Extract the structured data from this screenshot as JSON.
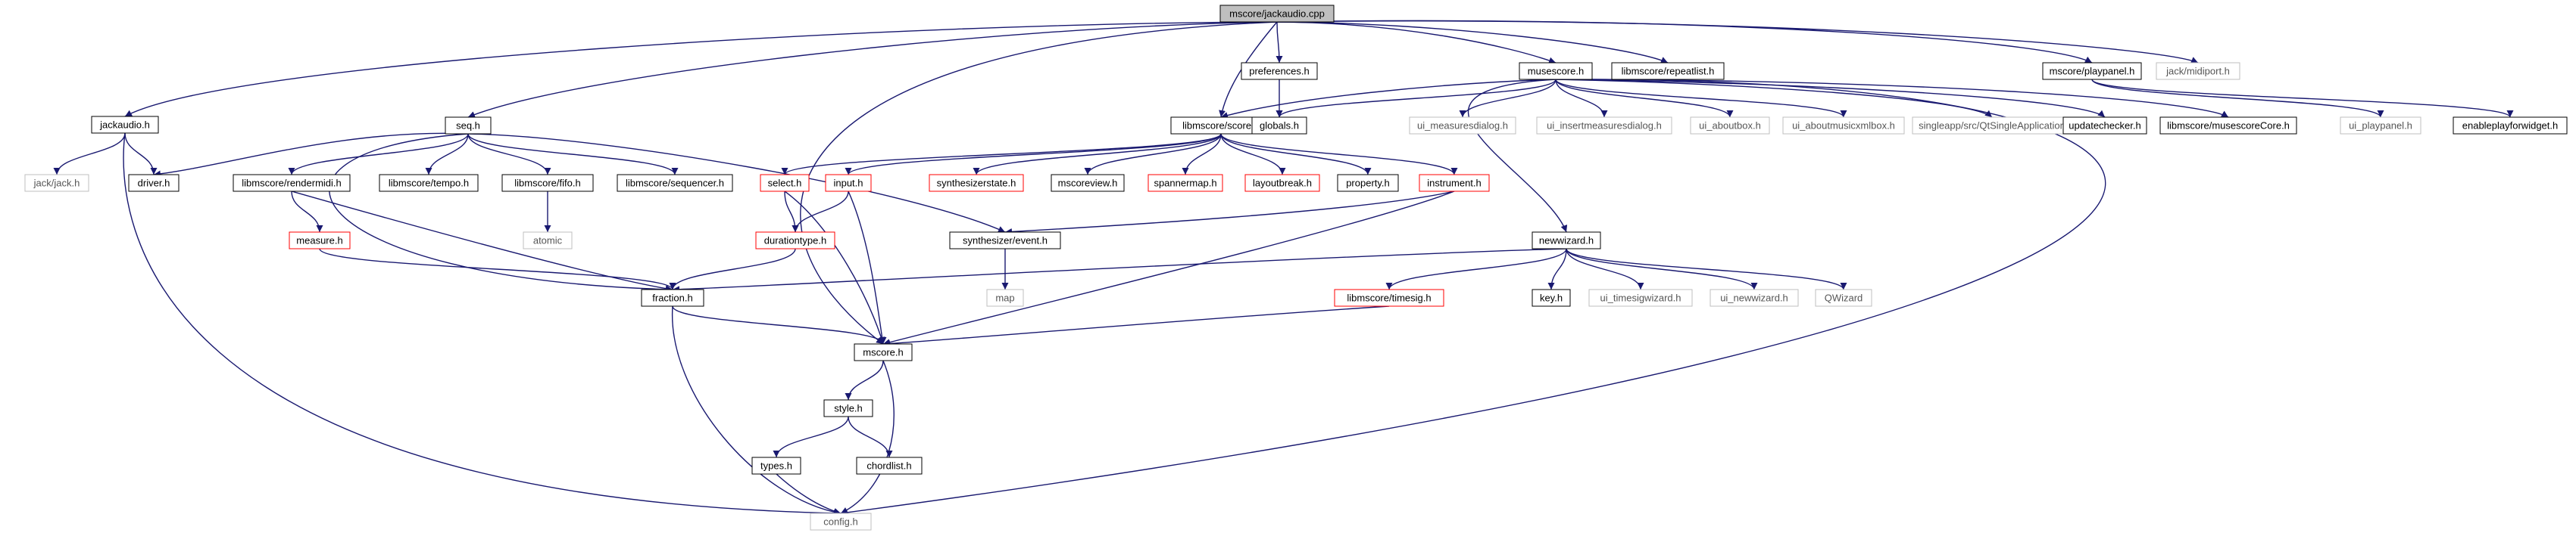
{
  "colors": {
    "edge": "#191970",
    "node_border": "#000000",
    "node_border_red": "#ff0000",
    "node_border_gray": "#bfbfbf",
    "root_fill": "#bfbfbf",
    "text": "#000000",
    "text_gray": "#555555"
  },
  "nodes": [
    {
      "id": "jackaudio_cpp",
      "label": "mscore/jackaudio.cpp",
      "style": "root"
    },
    {
      "id": "jackaudio_h",
      "label": "jackaudio.h",
      "style": "normal"
    },
    {
      "id": "seq_h",
      "label": "seq.h",
      "style": "normal"
    },
    {
      "id": "preferences_h",
      "label": "preferences.h",
      "style": "normal"
    },
    {
      "id": "musescore_h",
      "label": "musescore.h",
      "style": "normal"
    },
    {
      "id": "repeatlist_h",
      "label": "libmscore/repeatlist.h",
      "style": "normal"
    },
    {
      "id": "playpanel_h",
      "label": "mscore/playpanel.h",
      "style": "normal"
    },
    {
      "id": "midiport_h",
      "label": "jack/midiport.h",
      "style": "gray"
    },
    {
      "id": "jack_h",
      "label": "jack/jack.h",
      "style": "gray"
    },
    {
      "id": "driver_h",
      "label": "driver.h",
      "style": "normal"
    },
    {
      "id": "rendermidi_h",
      "label": "libmscore/rendermidi.h",
      "style": "normal"
    },
    {
      "id": "tempo_h",
      "label": "libmscore/tempo.h",
      "style": "normal"
    },
    {
      "id": "fifo_h",
      "label": "libmscore/fifo.h",
      "style": "normal"
    },
    {
      "id": "sequencer_h",
      "label": "libmscore/sequencer.h",
      "style": "normal"
    },
    {
      "id": "score_h",
      "label": "libmscore/score.h",
      "style": "normal"
    },
    {
      "id": "globals_h",
      "label": "globals.h",
      "style": "normal"
    },
    {
      "id": "ui_measuresdialog_h",
      "label": "ui_measuresdialog.h",
      "style": "gray"
    },
    {
      "id": "ui_insertmeasuresdialog_h",
      "label": "ui_insertmeasuresdialog.h",
      "style": "gray"
    },
    {
      "id": "ui_aboutbox_h",
      "label": "ui_aboutbox.h",
      "style": "gray"
    },
    {
      "id": "ui_aboutmusicxmlbox_h",
      "label": "ui_aboutmusicxmlbox.h",
      "style": "gray"
    },
    {
      "id": "qtsingleapp",
      "label": "singleapp/src/QtSingleApplication",
      "style": "gray"
    },
    {
      "id": "updatechecker_h",
      "label": "updatechecker.h",
      "style": "normal"
    },
    {
      "id": "musescorecore_h",
      "label": "libmscore/musescoreCore.h",
      "style": "normal"
    },
    {
      "id": "ui_playpanel_h",
      "label": "ui_playpanel.h",
      "style": "gray"
    },
    {
      "id": "enableplayforwidget_h",
      "label": "enableplayforwidget.h",
      "style": "normal"
    },
    {
      "id": "measure_h",
      "label": "measure.h",
      "style": "red"
    },
    {
      "id": "atomic",
      "label": "atomic",
      "style": "gray"
    },
    {
      "id": "select_h",
      "label": "select.h",
      "style": "red"
    },
    {
      "id": "input_h",
      "label": "input.h",
      "style": "red"
    },
    {
      "id": "synthesizerstate_h",
      "label": "synthesizerstate.h",
      "style": "red"
    },
    {
      "id": "mscoreview_h",
      "label": "mscoreview.h",
      "style": "normal"
    },
    {
      "id": "spannermap_h",
      "label": "spannermap.h",
      "style": "red"
    },
    {
      "id": "layoutbreak_h",
      "label": "layoutbreak.h",
      "style": "red"
    },
    {
      "id": "property_h",
      "label": "property.h",
      "style": "normal"
    },
    {
      "id": "instrument_h",
      "label": "instrument.h",
      "style": "red"
    },
    {
      "id": "durationtype_h",
      "label": "durationtype.h",
      "style": "red"
    },
    {
      "id": "synth_event_h",
      "label": "synthesizer/event.h",
      "style": "normal"
    },
    {
      "id": "map",
      "label": "map",
      "style": "gray"
    },
    {
      "id": "newwizard_h",
      "label": "newwizard.h",
      "style": "normal"
    },
    {
      "id": "fraction_h",
      "label": "fraction.h",
      "style": "normal"
    },
    {
      "id": "timesig_h",
      "label": "libmscore/timesig.h",
      "style": "red"
    },
    {
      "id": "key_h",
      "label": "key.h",
      "style": "normal"
    },
    {
      "id": "ui_timesigwizard_h",
      "label": "ui_timesigwizard.h",
      "style": "gray"
    },
    {
      "id": "ui_newwizard_h",
      "label": "ui_newwizard.h",
      "style": "gray"
    },
    {
      "id": "qwizard",
      "label": "QWizard",
      "style": "gray"
    },
    {
      "id": "mscore_h",
      "label": "mscore.h",
      "style": "normal"
    },
    {
      "id": "style_h",
      "label": "style.h",
      "style": "normal"
    },
    {
      "id": "types_h",
      "label": "types.h",
      "style": "normal"
    },
    {
      "id": "chordlist_h",
      "label": "chordlist.h",
      "style": "normal"
    },
    {
      "id": "config_h",
      "label": "config.h",
      "style": "gray"
    }
  ],
  "edges": [
    [
      "jackaudio_cpp",
      "jackaudio_h"
    ],
    [
      "jackaudio_cpp",
      "seq_h"
    ],
    [
      "jackaudio_cpp",
      "score_h"
    ],
    [
      "jackaudio_cpp",
      "preferences_h"
    ],
    [
      "jackaudio_cpp",
      "musescore_h"
    ],
    [
      "jackaudio_cpp",
      "repeatlist_h"
    ],
    [
      "jackaudio_cpp",
      "playpanel_h"
    ],
    [
      "jackaudio_cpp",
      "midiport_h"
    ],
    [
      "jackaudio_cpp",
      "mscore_h"
    ],
    [
      "jackaudio_h",
      "jack_h"
    ],
    [
      "jackaudio_h",
      "driver_h"
    ],
    [
      "jackaudio_h",
      "config_h"
    ],
    [
      "seq_h",
      "driver_h"
    ],
    [
      "seq_h",
      "rendermidi_h"
    ],
    [
      "seq_h",
      "tempo_h"
    ],
    [
      "seq_h",
      "fifo_h"
    ],
    [
      "seq_h",
      "sequencer_h"
    ],
    [
      "seq_h",
      "synth_event_h"
    ],
    [
      "seq_h",
      "fraction_h"
    ],
    [
      "preferences_h",
      "globals_h"
    ],
    [
      "musescore_h",
      "score_h"
    ],
    [
      "musescore_h",
      "globals_h"
    ],
    [
      "musescore_h",
      "ui_measuresdialog_h"
    ],
    [
      "musescore_h",
      "ui_insertmeasuresdialog_h"
    ],
    [
      "musescore_h",
      "ui_aboutbox_h"
    ],
    [
      "musescore_h",
      "ui_aboutmusicxmlbox_h"
    ],
    [
      "musescore_h",
      "qtsingleapp"
    ],
    [
      "musescore_h",
      "updatechecker_h"
    ],
    [
      "musescore_h",
      "musescorecore_h"
    ],
    [
      "musescore_h",
      "newwizard_h"
    ],
    [
      "musescore_h",
      "config_h"
    ],
    [
      "playpanel_h",
      "ui_playpanel_h"
    ],
    [
      "playpanel_h",
      "enableplayforwidget_h"
    ],
    [
      "rendermidi_h",
      "measure_h"
    ],
    [
      "rendermidi_h",
      "fraction_h"
    ],
    [
      "fifo_h",
      "atomic"
    ],
    [
      "measure_h",
      "fraction_h"
    ],
    [
      "score_h",
      "input_h"
    ],
    [
      "score_h",
      "select_h"
    ],
    [
      "score_h",
      "synthesizerstate_h"
    ],
    [
      "score_h",
      "mscoreview_h"
    ],
    [
      "score_h",
      "spannermap_h"
    ],
    [
      "score_h",
      "layoutbreak_h"
    ],
    [
      "score_h",
      "property_h"
    ],
    [
      "score_h",
      "instrument_h"
    ],
    [
      "select_h",
      "durationtype_h"
    ],
    [
      "select_h",
      "mscore_h"
    ],
    [
      "input_h",
      "durationtype_h"
    ],
    [
      "input_h",
      "mscore_h"
    ],
    [
      "instrument_h",
      "synth_event_h"
    ],
    [
      "instrument_h",
      "mscore_h"
    ],
    [
      "durationtype_h",
      "fraction_h"
    ],
    [
      "synth_event_h",
      "map"
    ],
    [
      "newwizard_h",
      "fraction_h"
    ],
    [
      "newwizard_h",
      "timesig_h"
    ],
    [
      "newwizard_h",
      "key_h"
    ],
    [
      "newwizard_h",
      "ui_timesigwizard_h"
    ],
    [
      "newwizard_h",
      "ui_newwizard_h"
    ],
    [
      "newwizard_h",
      "qwizard"
    ],
    [
      "timesig_h",
      "mscore_h"
    ],
    [
      "fraction_h",
      "mscore_h"
    ],
    [
      "fraction_h",
      "config_h"
    ],
    [
      "mscore_h",
      "style_h"
    ],
    [
      "mscore_h",
      "config_h"
    ],
    [
      "style_h",
      "types_h"
    ],
    [
      "style_h",
      "chordlist_h"
    ],
    [
      "types_h",
      "config_h"
    ]
  ]
}
